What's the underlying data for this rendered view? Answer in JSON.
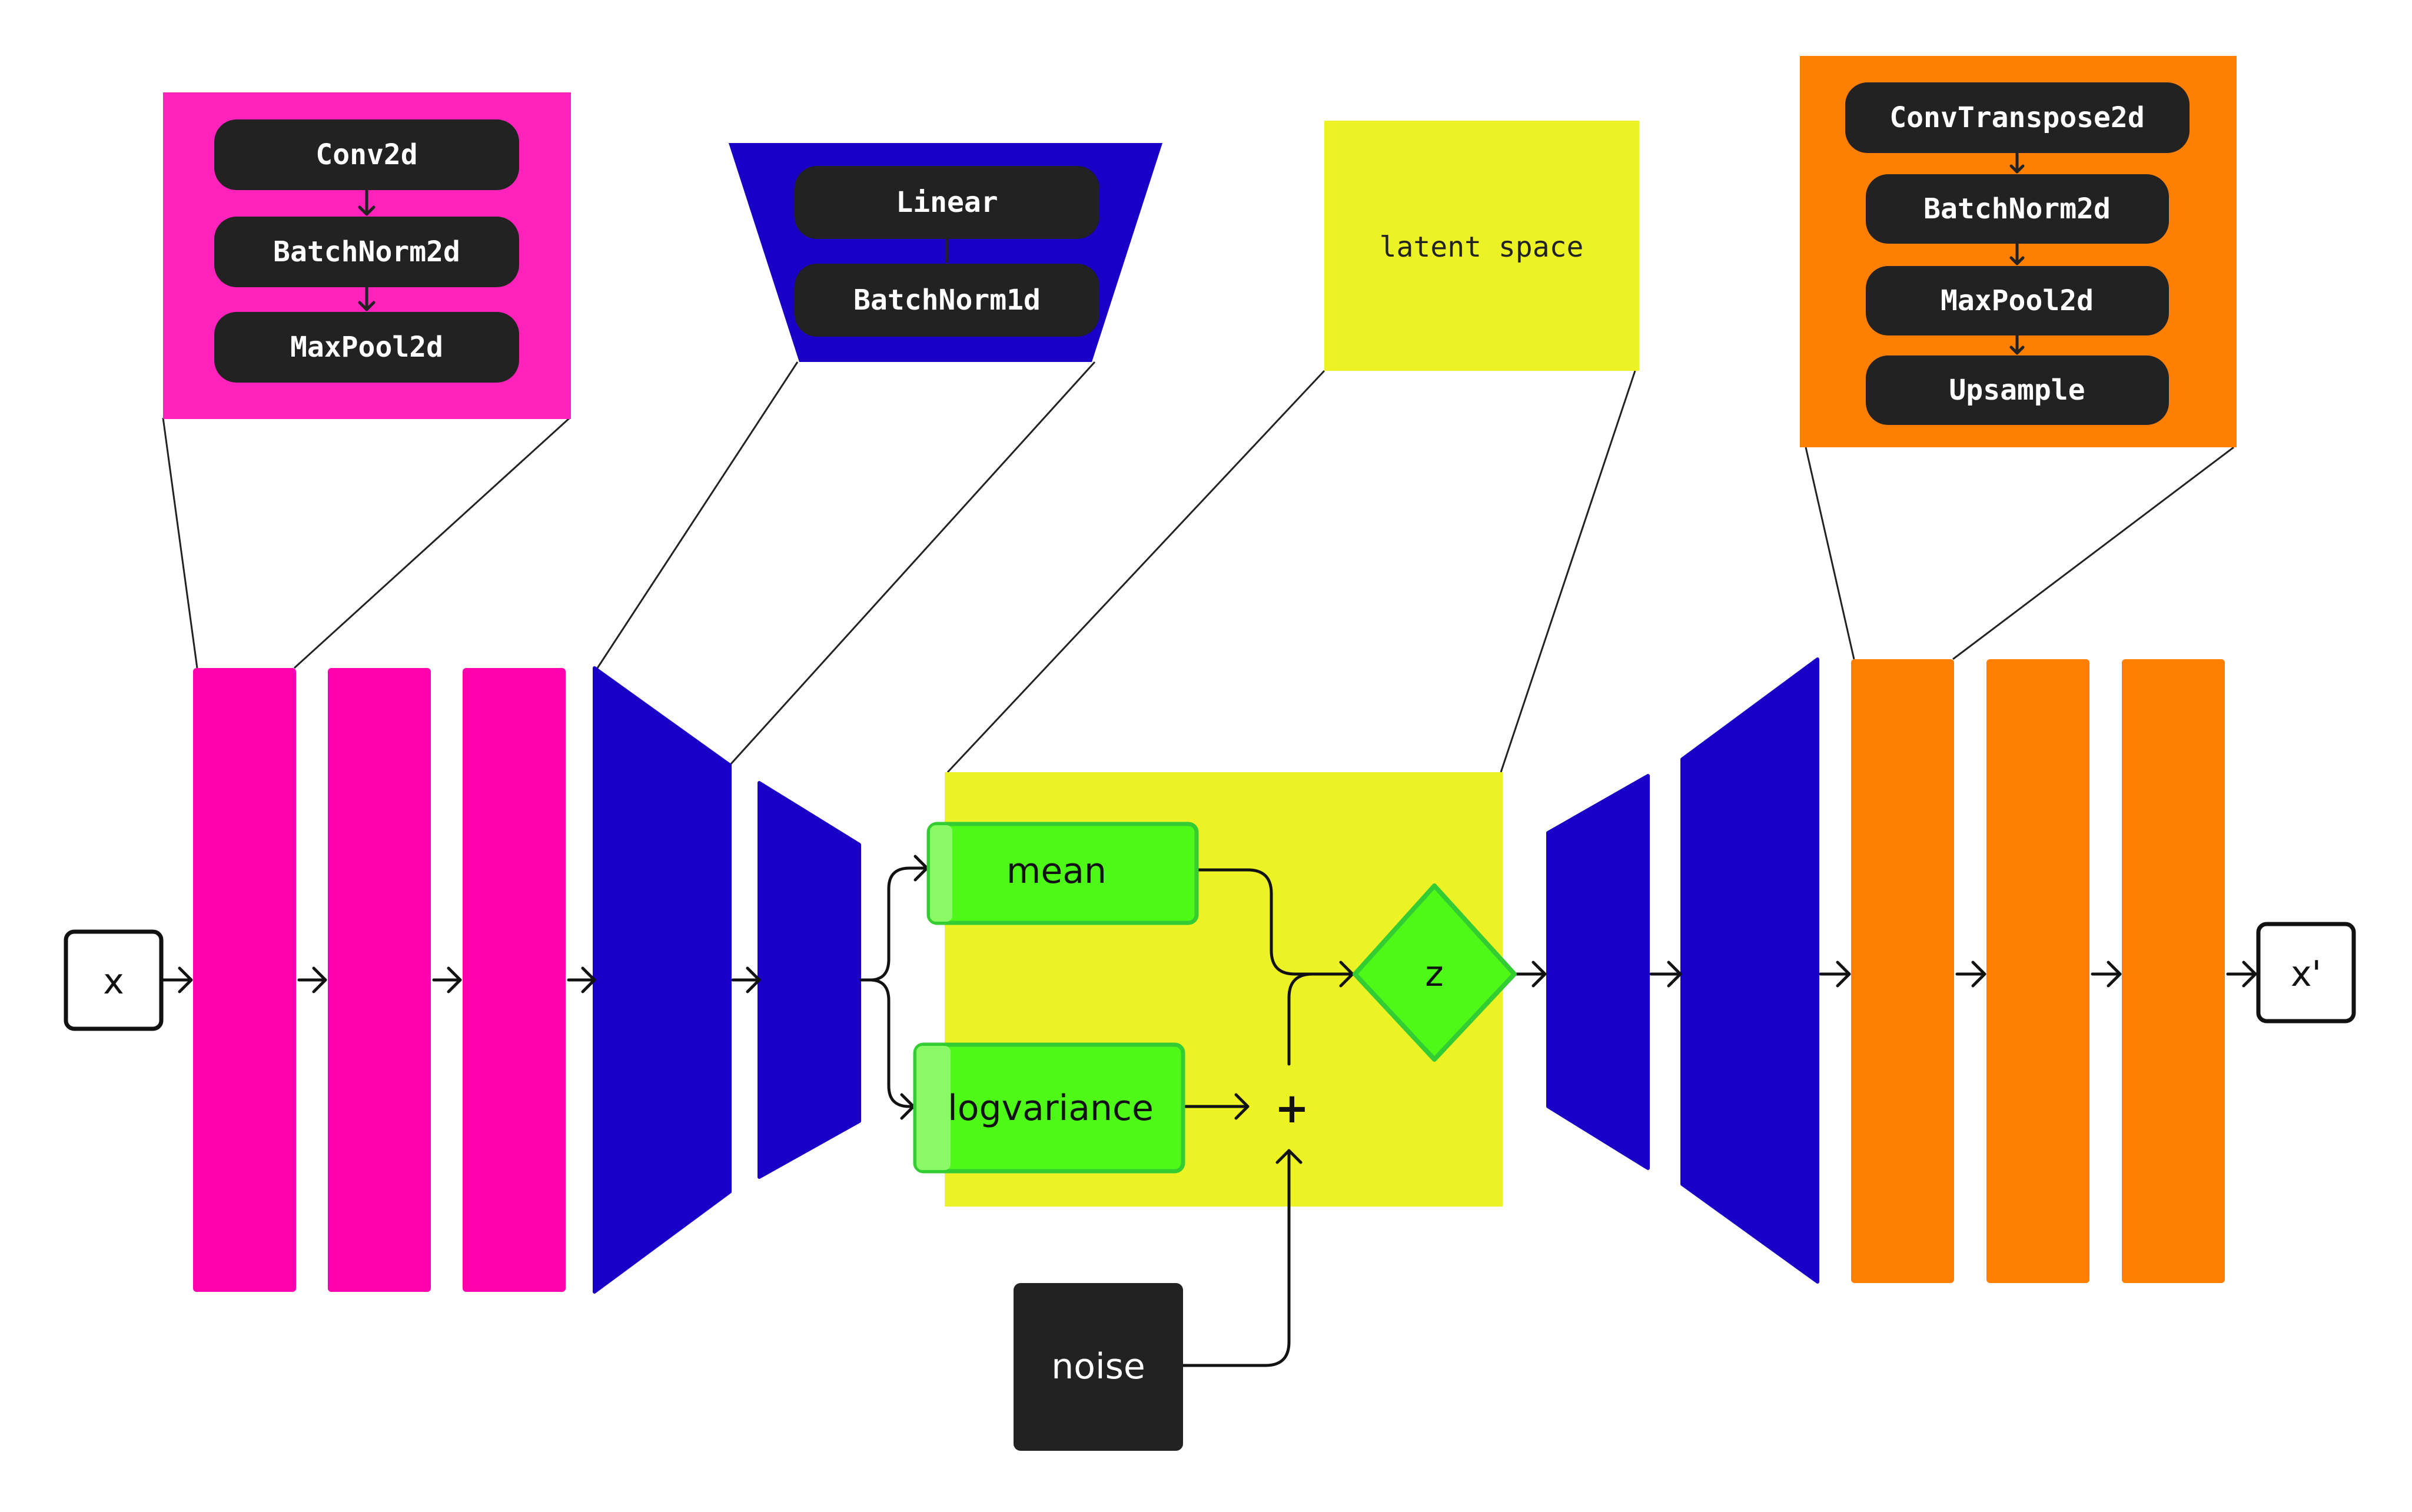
{
  "colors": {
    "conv": "#ff00ae",
    "linear": "#1a00c6",
    "latent": "#ecf224",
    "deconv": "#ff7f00",
    "gauss": "#4ef918",
    "pill": "#222222"
  },
  "input": {
    "label": "x"
  },
  "output": {
    "label": "x'"
  },
  "conv_block": {
    "items": [
      "Conv2d",
      "BatchNorm2d",
      "MaxPool2d"
    ]
  },
  "linear_block": {
    "items": [
      "Linear",
      "BatchNorm1d"
    ]
  },
  "latent_block": {
    "label": "latent space"
  },
  "deconv_block": {
    "items": [
      "ConvTranspose2d",
      "BatchNorm2d",
      "MaxPool2d",
      "Upsample"
    ]
  },
  "latent": {
    "mean": "mean",
    "logvariance": "logvariance",
    "plus": "+",
    "z": "z",
    "noise": "noise"
  }
}
